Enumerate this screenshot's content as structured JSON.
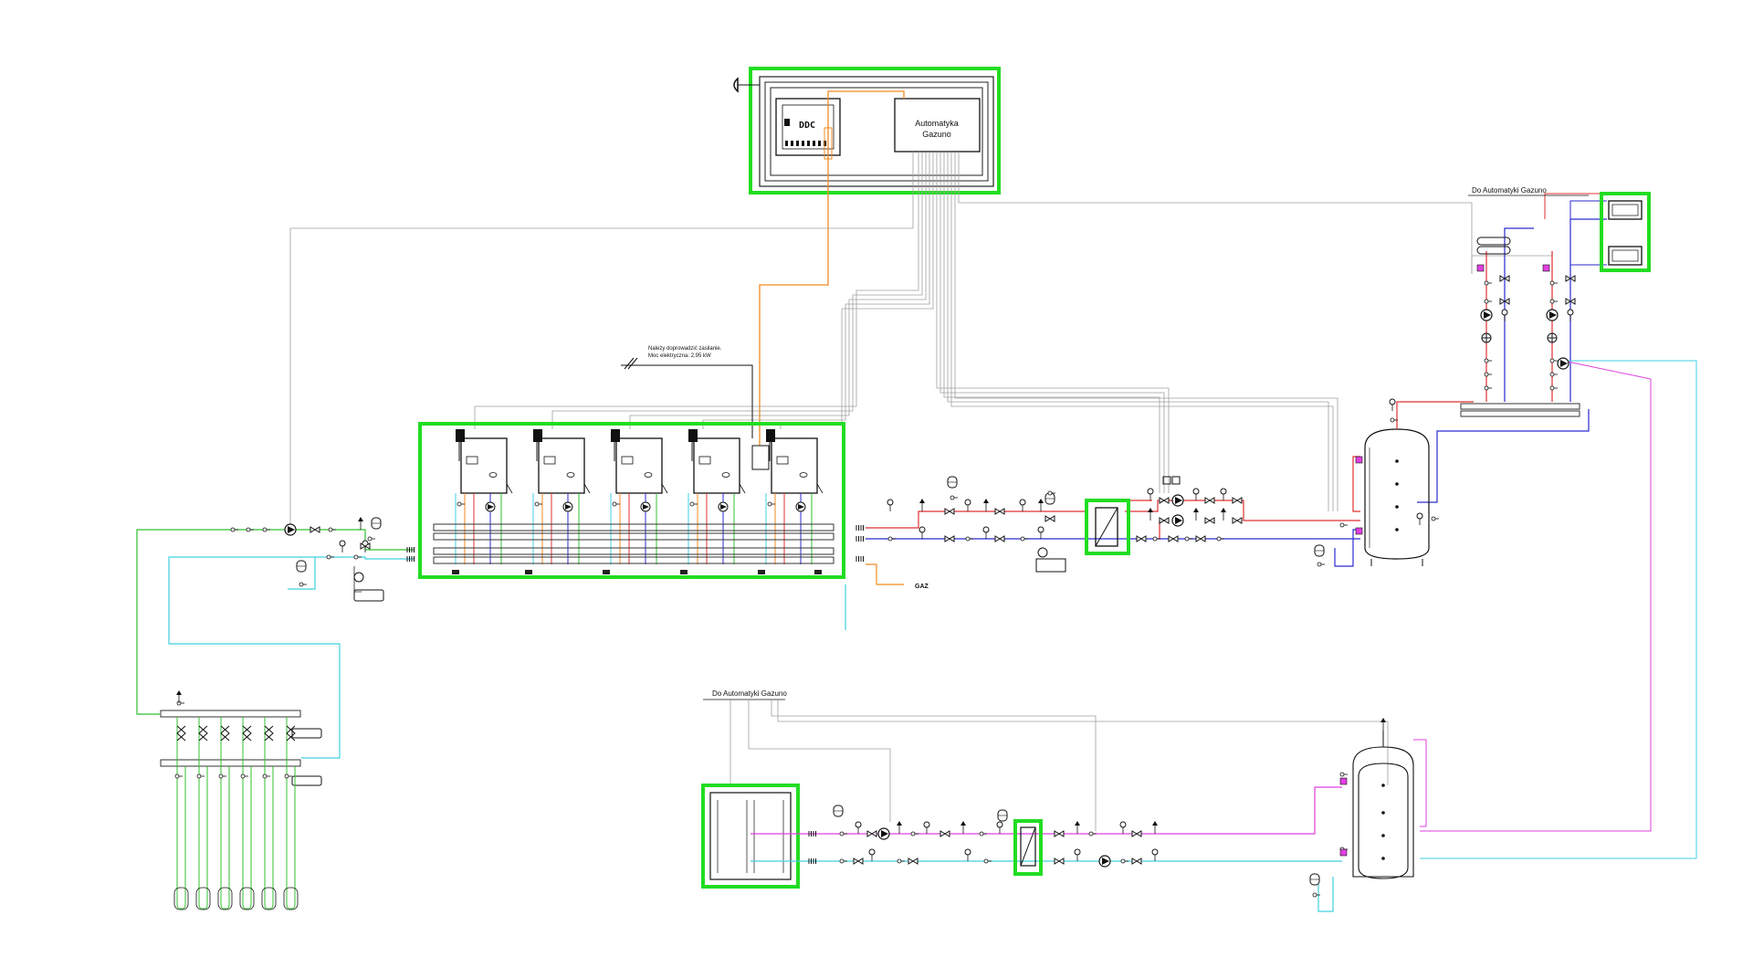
{
  "control_cabinet": {
    "ddc_label": "DDC",
    "automation_label_line1": "Automatyka",
    "automation_label_line2": "Gazuno"
  },
  "power_note": {
    "line1": "Należy doprowadzić zasilanie.",
    "line2": "Moc elektryczna: 2,95 kW"
  },
  "gas_label": "GAZ",
  "to_automation_top": "Do Automatyki Gazuno",
  "to_automation_bottom": "Do Automatyki Gazuno",
  "colors": {
    "highlight": "#22dd22",
    "supply": "#e03030",
    "return": "#2a2ad0",
    "cold": "#40d0e0",
    "glycol": "#e040e0",
    "signal": "#f08a20",
    "floor": "#30c030",
    "wire": "#9a9a9a"
  },
  "icons": {
    "pump": "pump-icon",
    "valve": "valve-icon",
    "gauge": "gauge-icon",
    "thermometer": "thermometer-icon",
    "expansion_vessel": "expansion-vessel-icon",
    "heat_exchanger": "heat-exchanger-icon",
    "boiler": "boiler-icon",
    "buffer_tank": "buffer-tank-icon",
    "heat_pump_unit": "heat-pump-unit-icon",
    "fan_coil": "fan-coil-icon"
  }
}
